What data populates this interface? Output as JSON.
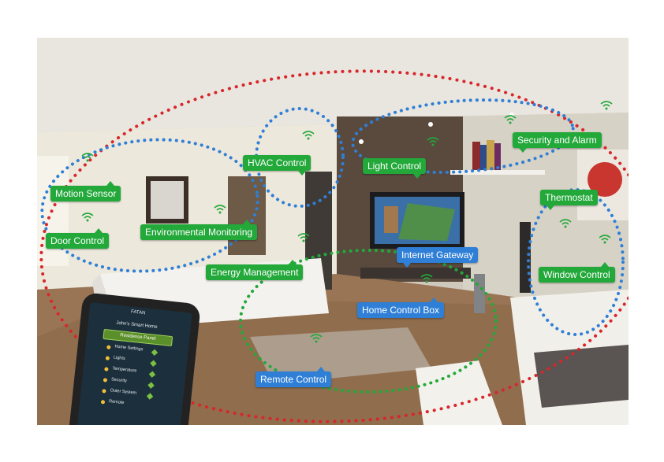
{
  "labels": {
    "motion_sensor": "Motion Sensor",
    "door_control": "Door Control",
    "environmental_monitoring": "Environmental Monitoring",
    "hvac_control": "HVAC Control",
    "light_control": "Light Control",
    "security_alarm": "Security and Alarm",
    "thermostat": "Thermostat",
    "window_control": "Window Control",
    "energy_management": "Energy Management",
    "internet_gateway": "Internet Gateway",
    "home_control_box": "Home Control Box",
    "remote_control": "Remote Control"
  },
  "phone": {
    "header": "FATAN",
    "user": "John's Smart Home",
    "tab": "Residence Panel",
    "items": [
      "Home Settings",
      "Lights",
      "Temperature",
      "Security",
      "Outer System",
      "Remote"
    ]
  },
  "colors": {
    "label_green": "#23a83a",
    "label_blue": "#2f7fd6",
    "zone_red": "#d8262b",
    "zone_blue": "#2f7fd6",
    "zone_green": "#23a83a"
  }
}
